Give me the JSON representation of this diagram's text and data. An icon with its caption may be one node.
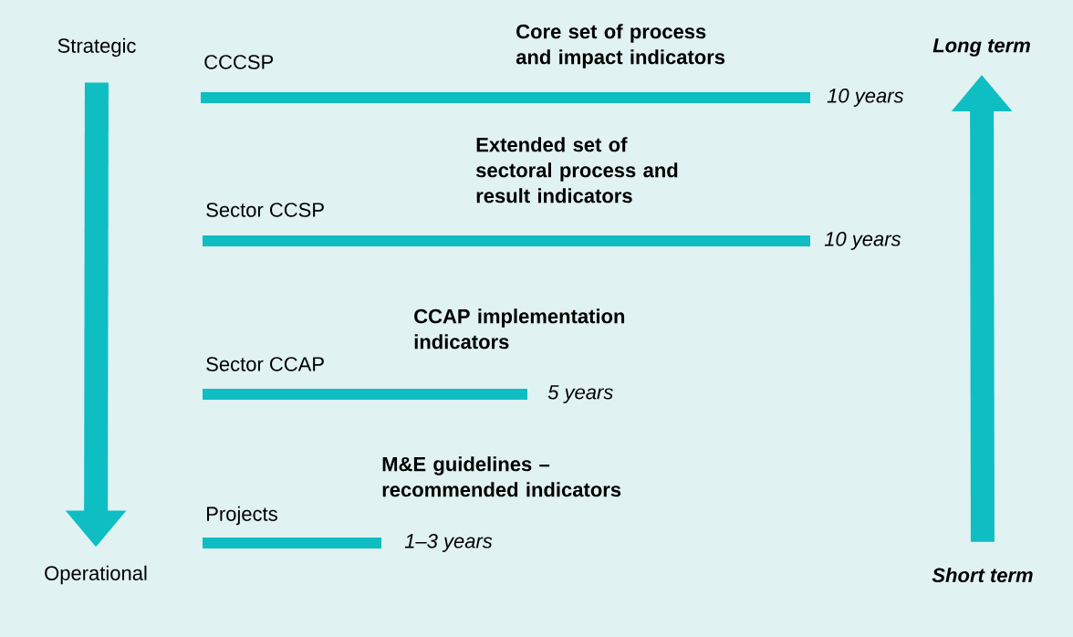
{
  "diagram": {
    "nodes": [
      {
        "text": [
          "Strategic"
        ]
      },
      {
        "text": [
          "Operational"
        ]
      },
      {
        "text": [
          "Long term"
        ]
      },
      {
        "text": [
          "Short term"
        ]
      },
      {
        "text": [
          "CCCSP",
          "Core set of process and impact indicators"
        ],
        "beside": [
          "10 years"
        ]
      },
      {
        "text": [
          "Sector CCSP",
          "Extended set of sectoral process and result indicators"
        ],
        "beside": [
          "10 years"
        ]
      },
      {
        "text": [
          "Sector CCAP",
          "CCAP implementation indicators"
        ],
        "beside": [
          "5 years"
        ]
      },
      {
        "text": [
          "Projects",
          "M&E guidelines – recommended indicators"
        ],
        "beside": [
          "1–3 years"
        ]
      }
    ],
    "edges": [
      {
        "from": 0,
        "to": 1,
        "arrow": "to"
      },
      {
        "from": 3,
        "to": 2,
        "arrow": "to"
      }
    ]
  }
}
